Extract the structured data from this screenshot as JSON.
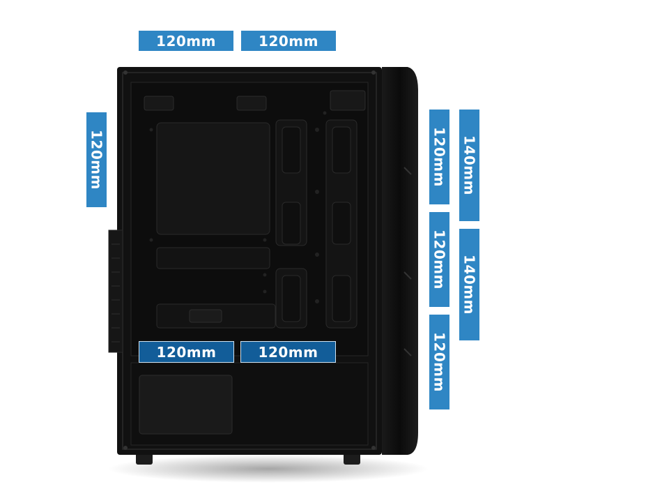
{
  "colors": {
    "label_blue": "#2f86c4",
    "label_dark_blue": "#125d99",
    "case_black": "#111111"
  },
  "fan_labels": {
    "top_left": "120mm",
    "top_right": "120mm",
    "rear": "120mm",
    "front_120_1": "120mm",
    "front_120_2": "120mm",
    "front_120_3": "120mm",
    "front_140_1": "140mm",
    "front_140_2": "140mm",
    "bottom_left": "120mm",
    "bottom_right": "120mm"
  }
}
